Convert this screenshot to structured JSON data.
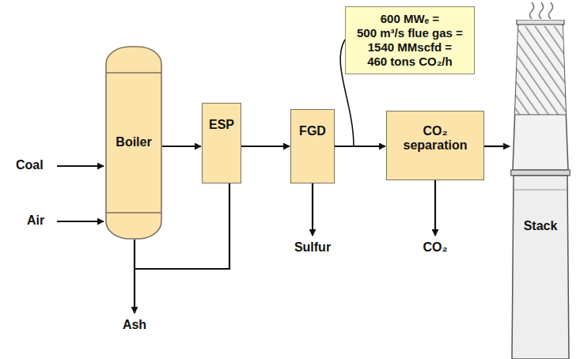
{
  "diagram": {
    "nodes": [
      {
        "text": [
          "Boiler"
        ]
      },
      {
        "text": [
          "ESP"
        ]
      },
      {
        "text": [
          "FGD"
        ]
      },
      {
        "text": [
          "CO₂ separation"
        ]
      },
      {
        "text": [
          "Stack"
        ]
      },
      {
        "text": [
          "600 MWₑ = 500 m³/s flue gas = 1540 MMscfd = 460 tons CO₂/h"
        ]
      }
    ],
    "edges": [
      {
        "from": 0,
        "to": 1,
        "arrow": "to"
      },
      {
        "from": 1,
        "to": 2,
        "arrow": "to"
      },
      {
        "from": 2,
        "to": 3,
        "arrow": "to"
      },
      {
        "from": 3,
        "to": 4,
        "arrow": "to"
      }
    ],
    "labels": [
      "Coal",
      "Air",
      "Ash",
      "Sulfur",
      "CO₂"
    ]
  }
}
